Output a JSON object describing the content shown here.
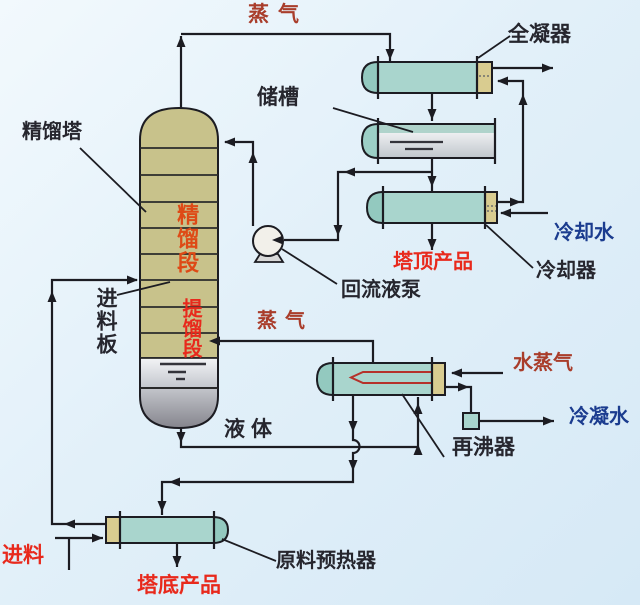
{
  "diagram": {
    "kind": "distillation-process-flow-diagram",
    "labels": {
      "steam_top": "蒸气",
      "total_condenser": "全凝器",
      "storage_tank": "储槽",
      "distillation_column": "精馏塔",
      "rectifying_section": "精馏段",
      "feed_plate": "进料板",
      "stripping_section": "提馏段",
      "reflux_pump": "回流液泵",
      "top_product": "塔顶产品",
      "cooling_water": "冷却水",
      "cooler": "冷却器",
      "steam_reboiler": "蒸气",
      "water_steam": "水蒸气",
      "condensate_water": "冷凝水",
      "reboiler": "再沸器",
      "liquid": "液体",
      "feed": "进料",
      "bottom_product": "塔底产品",
      "feed_preheater": "原料预热器"
    },
    "colors": {
      "background": "#E2F0F9",
      "pipe": "#1C1C22",
      "label_black": "#26262E",
      "label_red": "#E8291C",
      "label_dark_red": "#A93D2B",
      "label_blue": "#1B3C8F",
      "label_orange_red": "#DE4A16",
      "tower_shell": "#C8C28B",
      "vessel_body": "#A9D5CD",
      "vessel_cap": "#93C9BF",
      "vessel_head_tan": "#D9CC90",
      "coil_red": "#B5312A"
    }
  }
}
